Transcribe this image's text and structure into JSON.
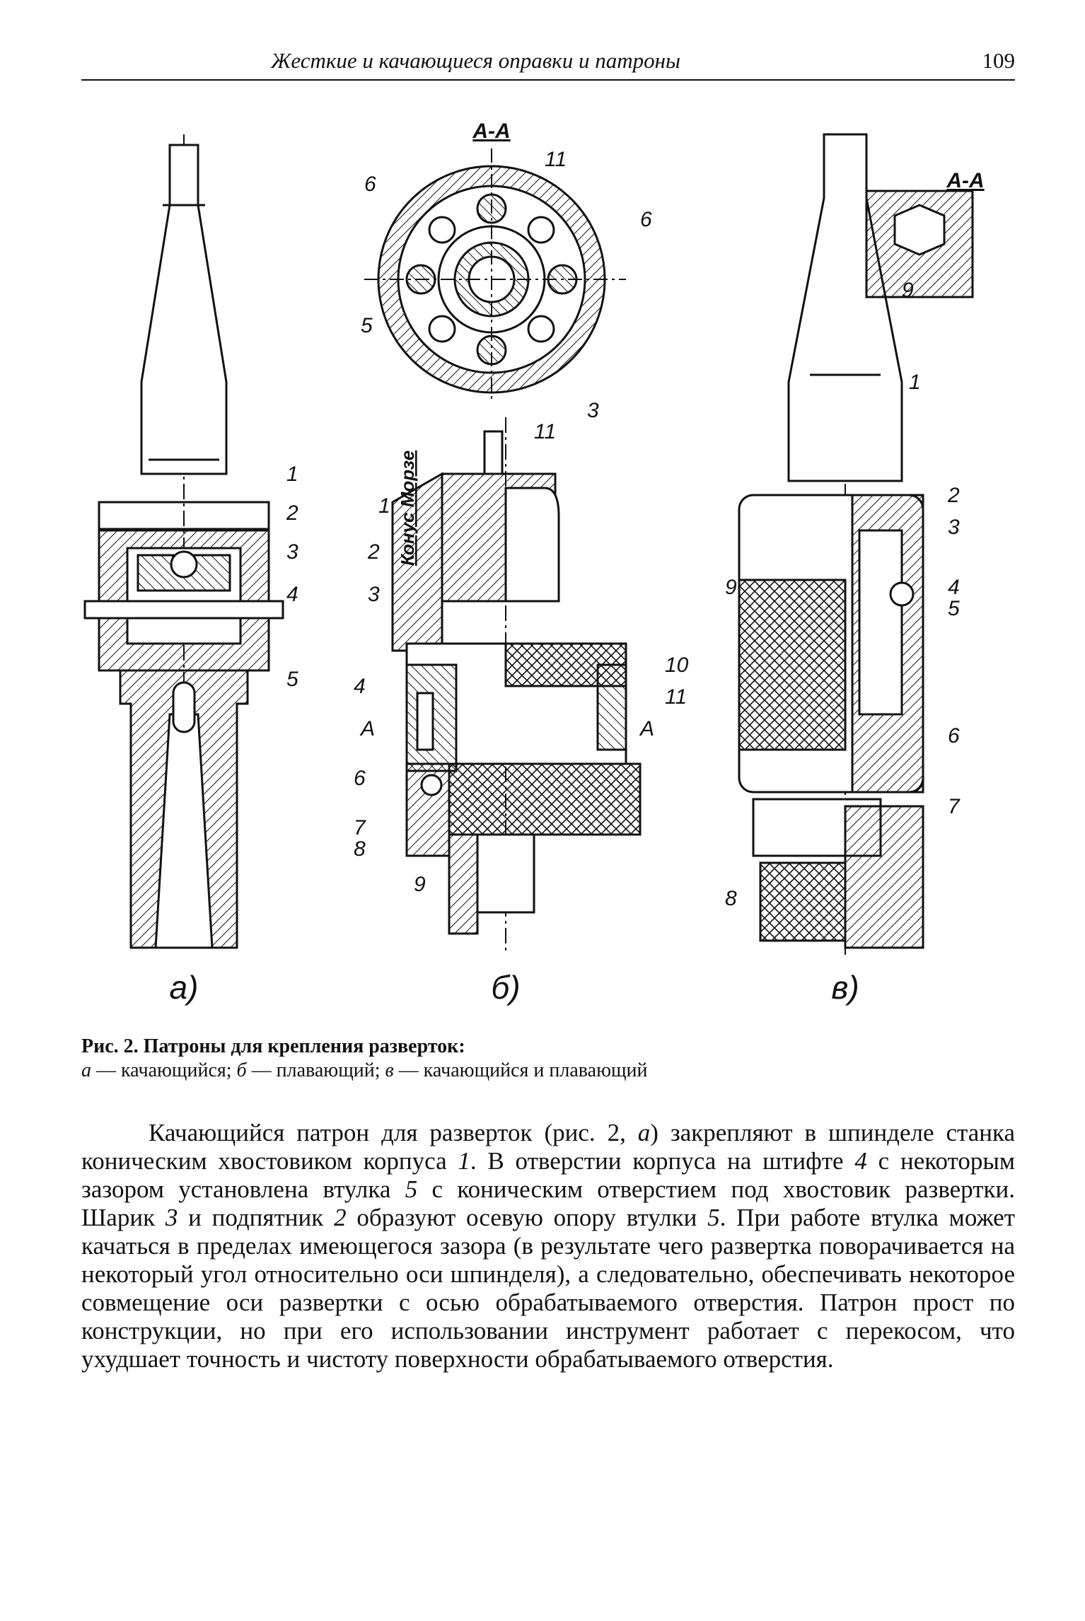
{
  "header": {
    "running_title": "Жесткие и качающиеся оправки и патроны",
    "page_number": "109"
  },
  "figure": {
    "sub_a": "а)",
    "sub_b": "б)",
    "sub_c": "в)",
    "section_a": "А-А",
    "section_c": "А-А",
    "morse_label": "Конус Морзе",
    "arrow_label": "А"
  },
  "caption": {
    "title": "Рис. 2. Патроны для крепления разверток:",
    "legend": [
      {
        "letter": "а",
        "text": " — качающийся; "
      },
      {
        "letter": "б",
        "text": " — плавающий; "
      },
      {
        "letter": "в",
        "text": " — качающийся и плавающий"
      }
    ]
  },
  "body_text": {
    "segments": [
      {
        "t": "Качающийся патрон для разверток (рис. 2, "
      },
      {
        "i": "а"
      },
      {
        "t": ") закрепляют в шпинделе станка коническим хвостовиком корпуса "
      },
      {
        "i": "1"
      },
      {
        "t": ". В отверстии корпуса на штифте "
      },
      {
        "i": "4"
      },
      {
        "t": " с некоторым зазором установлена втулка "
      },
      {
        "i": "5"
      },
      {
        "t": " с коническим отверстием под хвостовик развертки. Шарик "
      },
      {
        "i": "3"
      },
      {
        "t": " и подпятник "
      },
      {
        "i": "2"
      },
      {
        "t": " образуют осевую опору втулки "
      },
      {
        "i": "5"
      },
      {
        "t": ". При работе втулка может качаться в пределах имеющегося зазора (в результате чего развертка поворачивается на некоторый угол относительно оси шпинделя), а следовательно, обеспечивать некоторое совмещение оси развертки с осью обрабатываемого отверстия. Патрон прост по конструкции, но при его использовании инструмент работает с перекосом, что ухудшает точность и чистоту поверхности обрабатываемого отверстия."
      }
    ]
  }
}
